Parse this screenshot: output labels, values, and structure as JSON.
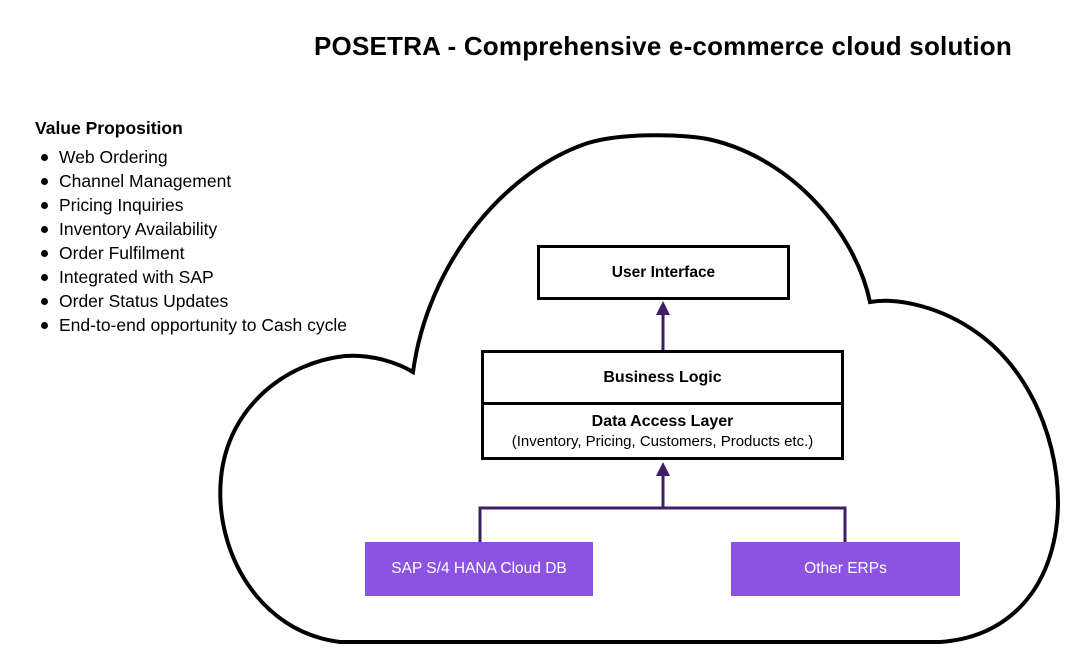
{
  "title": "POSETRA - Comprehensive e-commerce cloud solution",
  "value_proposition": {
    "heading": "Value Proposition",
    "items": [
      "Web Ordering",
      "Channel Management",
      "Pricing Inquiries",
      "Inventory Availability",
      "Order Fulfilment",
      "Integrated with SAP",
      "Order Status Updates",
      "End-to-end opportunity to Cash cycle"
    ]
  },
  "diagram": {
    "user_interface_label": "User Interface",
    "business_logic_label": "Business Logic",
    "data_access_title": "Data Access Layer",
    "data_access_subtitle": "(Inventory, Pricing, Customers, Products etc.)",
    "sap_db_label": "SAP S/4 HANA Cloud DB",
    "other_erps_label": "Other ERPs"
  },
  "colors": {
    "purple_box": "#8c53e3",
    "connector_purple": "#3e1e68",
    "cloud_outline": "#000000",
    "background": "#ffffff",
    "text": "#000000"
  }
}
